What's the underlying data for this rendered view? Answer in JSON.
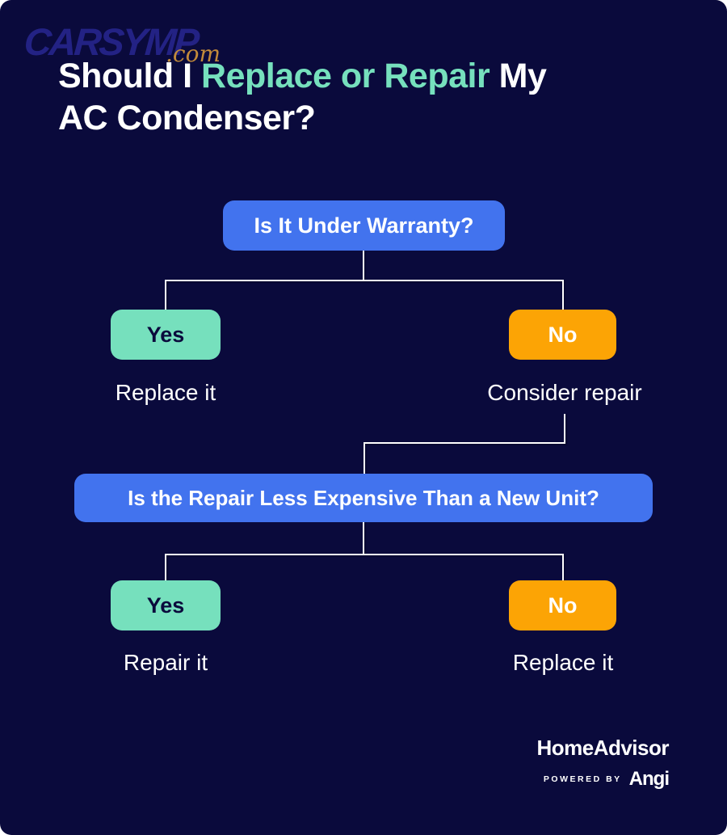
{
  "logo": {
    "name": "CARSYMP",
    "suffix": ".com"
  },
  "title": {
    "part1": "Should I ",
    "accent": "Replace or Repair",
    "part2": " My",
    "part3": "AC Condenser?"
  },
  "flowchart": {
    "question1": {
      "text": "Is It Under Warranty?"
    },
    "branch1": {
      "yes": {
        "label": "Yes",
        "result": "Replace it"
      },
      "no": {
        "label": "No",
        "result": "Consider repair"
      }
    },
    "question2": {
      "text": "Is the Repair Less Expensive Than a New Unit?"
    },
    "branch2": {
      "yes": {
        "label": "Yes",
        "result": "Repair it"
      },
      "no": {
        "label": "No",
        "result": "Replace it"
      }
    }
  },
  "branding": {
    "homeadvisor": "HomeAdvisor",
    "powered_by": "POWERED BY",
    "angi": "Angi"
  },
  "colors": {
    "background": "#0A0A3C",
    "question_box": "#4273EE",
    "yes_box": "#76E0BD",
    "no_box": "#FCA405",
    "accent_text": "#76E0BD",
    "connector_line": "#FFFFFF",
    "logo_blue": "#232284",
    "logo_gold": "#C28A3A"
  }
}
